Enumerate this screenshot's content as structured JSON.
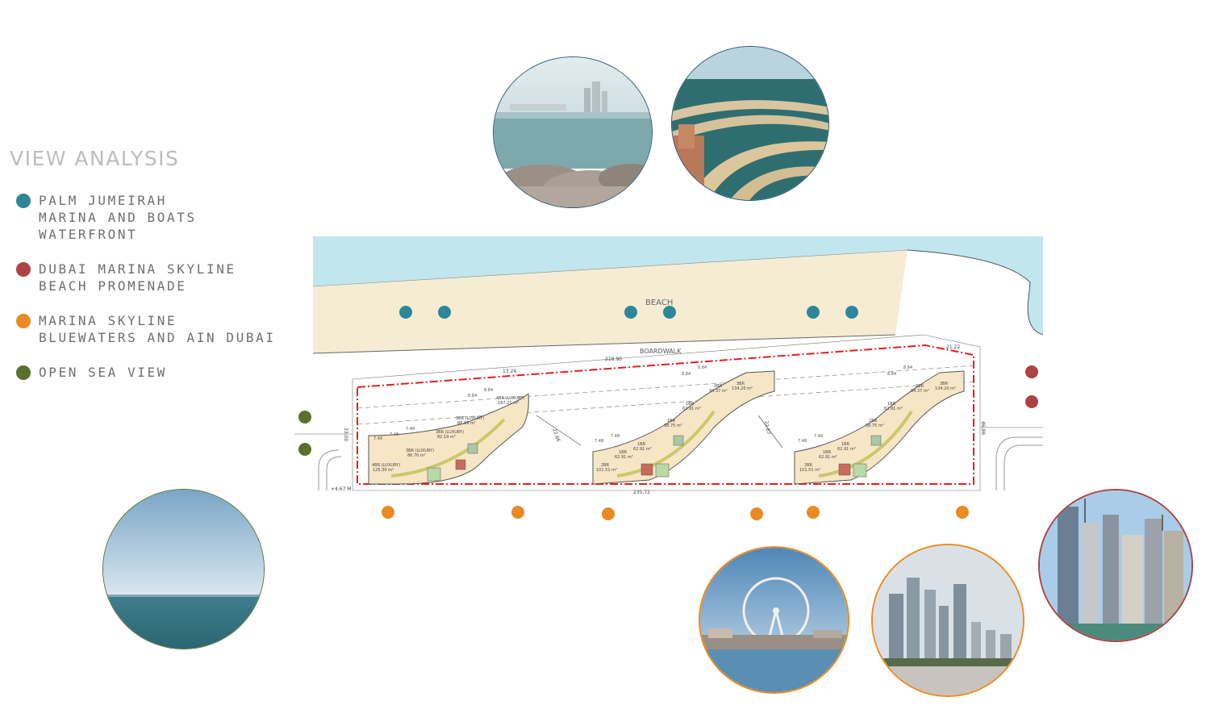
{
  "title": "VIEW ANALYSIS",
  "colors": {
    "teal": "#2e8699",
    "red": "#ad4343",
    "orange": "#ea8a22",
    "green": "#5b6f2c",
    "sea": "#c2e6ee",
    "beach": "#f5ecd3",
    "boundary": "#e0201f"
  },
  "legend": [
    {
      "color": "teal",
      "lines": [
        "PALM JUMEIRAH",
        "MARINA AND BOATS",
        "WATERFRONT"
      ]
    },
    {
      "color": "red",
      "lines": [
        "DUBAI MARINA SKYLINE",
        "BEACH PROMENADE"
      ]
    },
    {
      "color": "orange",
      "lines": [
        "MARINA SKYLINE",
        "BLUEWATERS AND AIN DUBAI"
      ]
    },
    {
      "color": "green",
      "lines": [
        "OPEN SEA VIEW"
      ]
    }
  ],
  "plan": {
    "beach_label": "BEACH",
    "boardwalk_label": "BOARDWALK",
    "dimensions": {
      "top": "218.90",
      "bottom": "235.72",
      "right_top": "21.22",
      "right_side": "46.86",
      "left_side": "33.00",
      "level": "+4.67 M",
      "small": "13.24",
      "gap1": "22.66",
      "gap2": "22.67"
    },
    "units": [
      {
        "label": "4BR (LUXURY)",
        "area": "125.30 m²"
      },
      {
        "label": "3BR (LUXURY)",
        "area": "86.70 m²"
      },
      {
        "label": "3BR (LUXURY)",
        "area": "82.19 m²"
      },
      {
        "label": "3BR (LUXURY)",
        "area": "88.69 m²"
      },
      {
        "label": "4BR (LUXURY)",
        "area": "187.21 m²"
      },
      {
        "label": "2BR",
        "area": "101.51 m²"
      },
      {
        "label": "1BR",
        "area": "62.91 m²"
      },
      {
        "label": "1BR",
        "area": "62.91 m²"
      },
      {
        "label": "1BR",
        "area": "58.75 m²"
      },
      {
        "label": "1BR",
        "area": "62.91 m²"
      },
      {
        "label": "2BR",
        "area": "94.37 m²"
      },
      {
        "label": "3BR",
        "area": "134.20 m²"
      },
      {
        "label": "2BR",
        "area": "101.51 m²"
      },
      {
        "label": "1BR",
        "area": "62.91 m²"
      },
      {
        "label": "1BR",
        "area": "62.91 m²"
      },
      {
        "label": "1BR",
        "area": "58.75 m²"
      },
      {
        "label": "1BR",
        "area": "62.91 m²"
      },
      {
        "label": "2BR",
        "area": "94.37 m²"
      },
      {
        "label": "3BR",
        "area": "134.20 m²"
      }
    ],
    "module_labels": [
      "7.48",
      "8.84"
    ]
  },
  "photos": [
    {
      "name": "marina-boats-photo",
      "border": "#2e5a70"
    },
    {
      "name": "palm-jumeirah-photo",
      "border": "#2e5a70"
    },
    {
      "name": "open-sea-photo",
      "border": "#56702f"
    },
    {
      "name": "ain-dubai-photo",
      "border": "#ea8a22"
    },
    {
      "name": "marina-skyline-photo",
      "border": "#ea8a22"
    },
    {
      "name": "dubai-marina-skyline-photo",
      "border": "#ad4343"
    }
  ]
}
